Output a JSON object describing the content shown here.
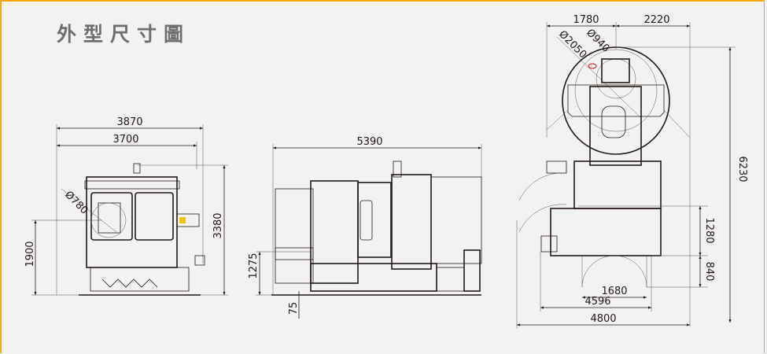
{
  "title": "外型尺寸圖",
  "front_view": {
    "width_overall": "3870",
    "width_body": "3700",
    "height_door": "1900",
    "height_overall": "3380",
    "diameter": "Ø780"
  },
  "side_view": {
    "length_overall": "5390",
    "height_table": "1275",
    "base_offset": "75"
  },
  "top_view": {
    "left_offset": "1780",
    "right_offset": "2220",
    "diameter_outer": "Ø2050",
    "diameter_inner": "Ø940",
    "length_overall": "6230",
    "depth_1": "1280",
    "depth_2": "840",
    "width_1": "1680",
    "width_2": "4596",
    "width_overall": "4800"
  },
  "colors": {
    "frame": "#f5a800",
    "background": "#f2f2f2",
    "line": "#231815",
    "highlight": "#e60012"
  }
}
